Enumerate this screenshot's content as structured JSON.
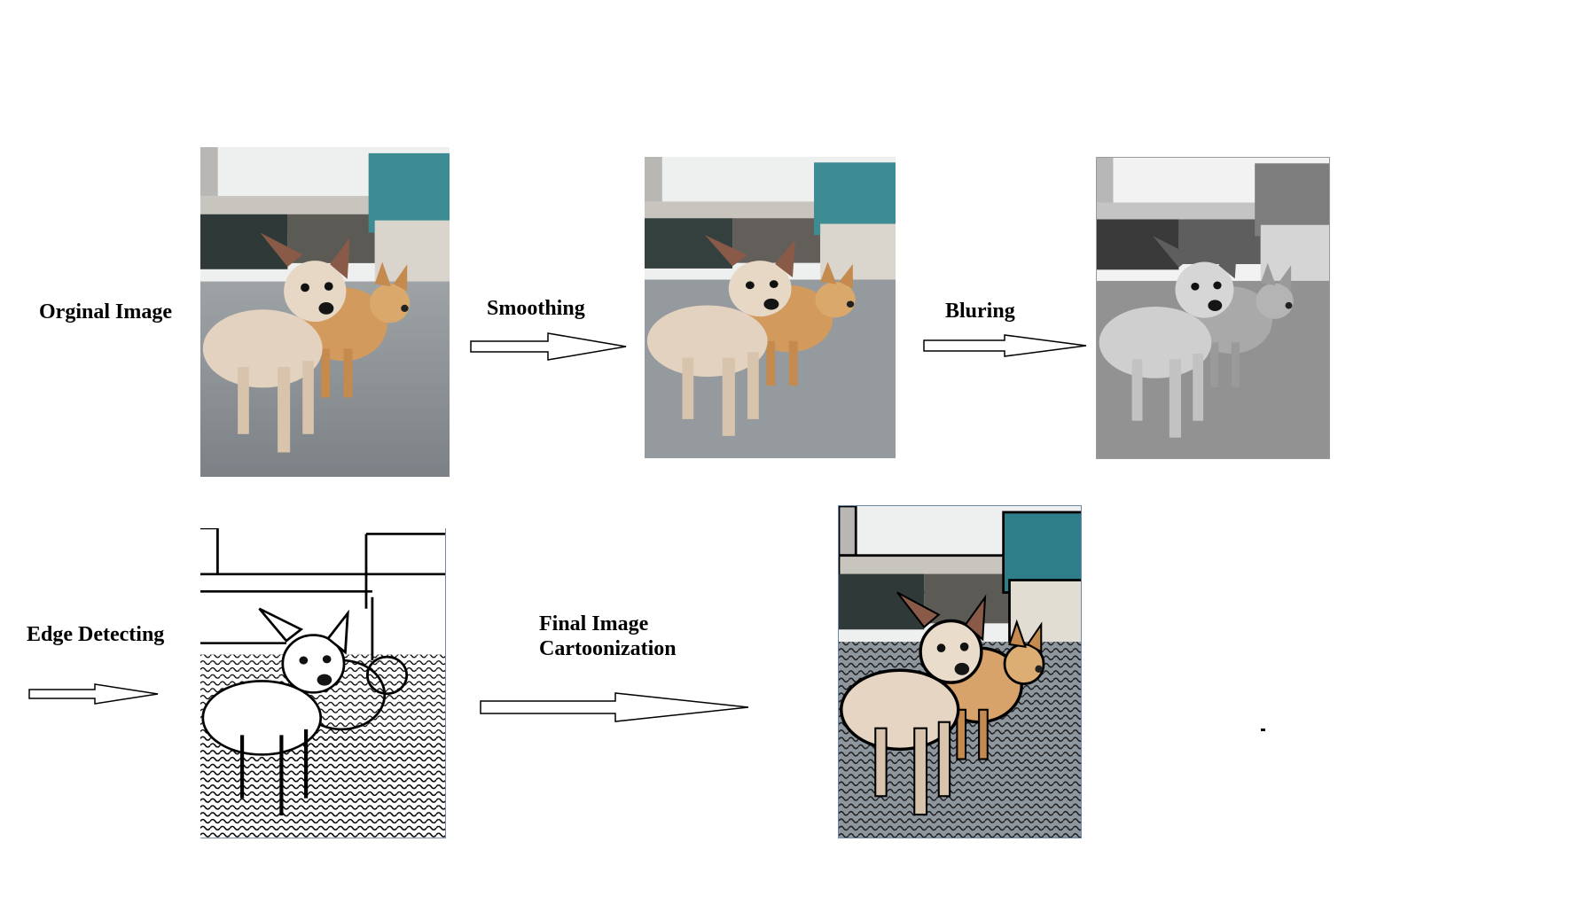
{
  "labels": {
    "original": "Orginal Image",
    "smoothing": "Smoothing",
    "bluring": "Bluring",
    "edge": "Edge Detecting",
    "final_line1": "Final Image",
    "final_line2": "Cartoonization"
  },
  "colors": {
    "sky": "#eef0ef",
    "teal_building": "#3d8b93",
    "wall": "#d9d5cd",
    "ground": "#8e9499",
    "dog_light": "#e3d2bf",
    "dog_tan": "#d29a5c",
    "ear": "#8a5a48"
  }
}
